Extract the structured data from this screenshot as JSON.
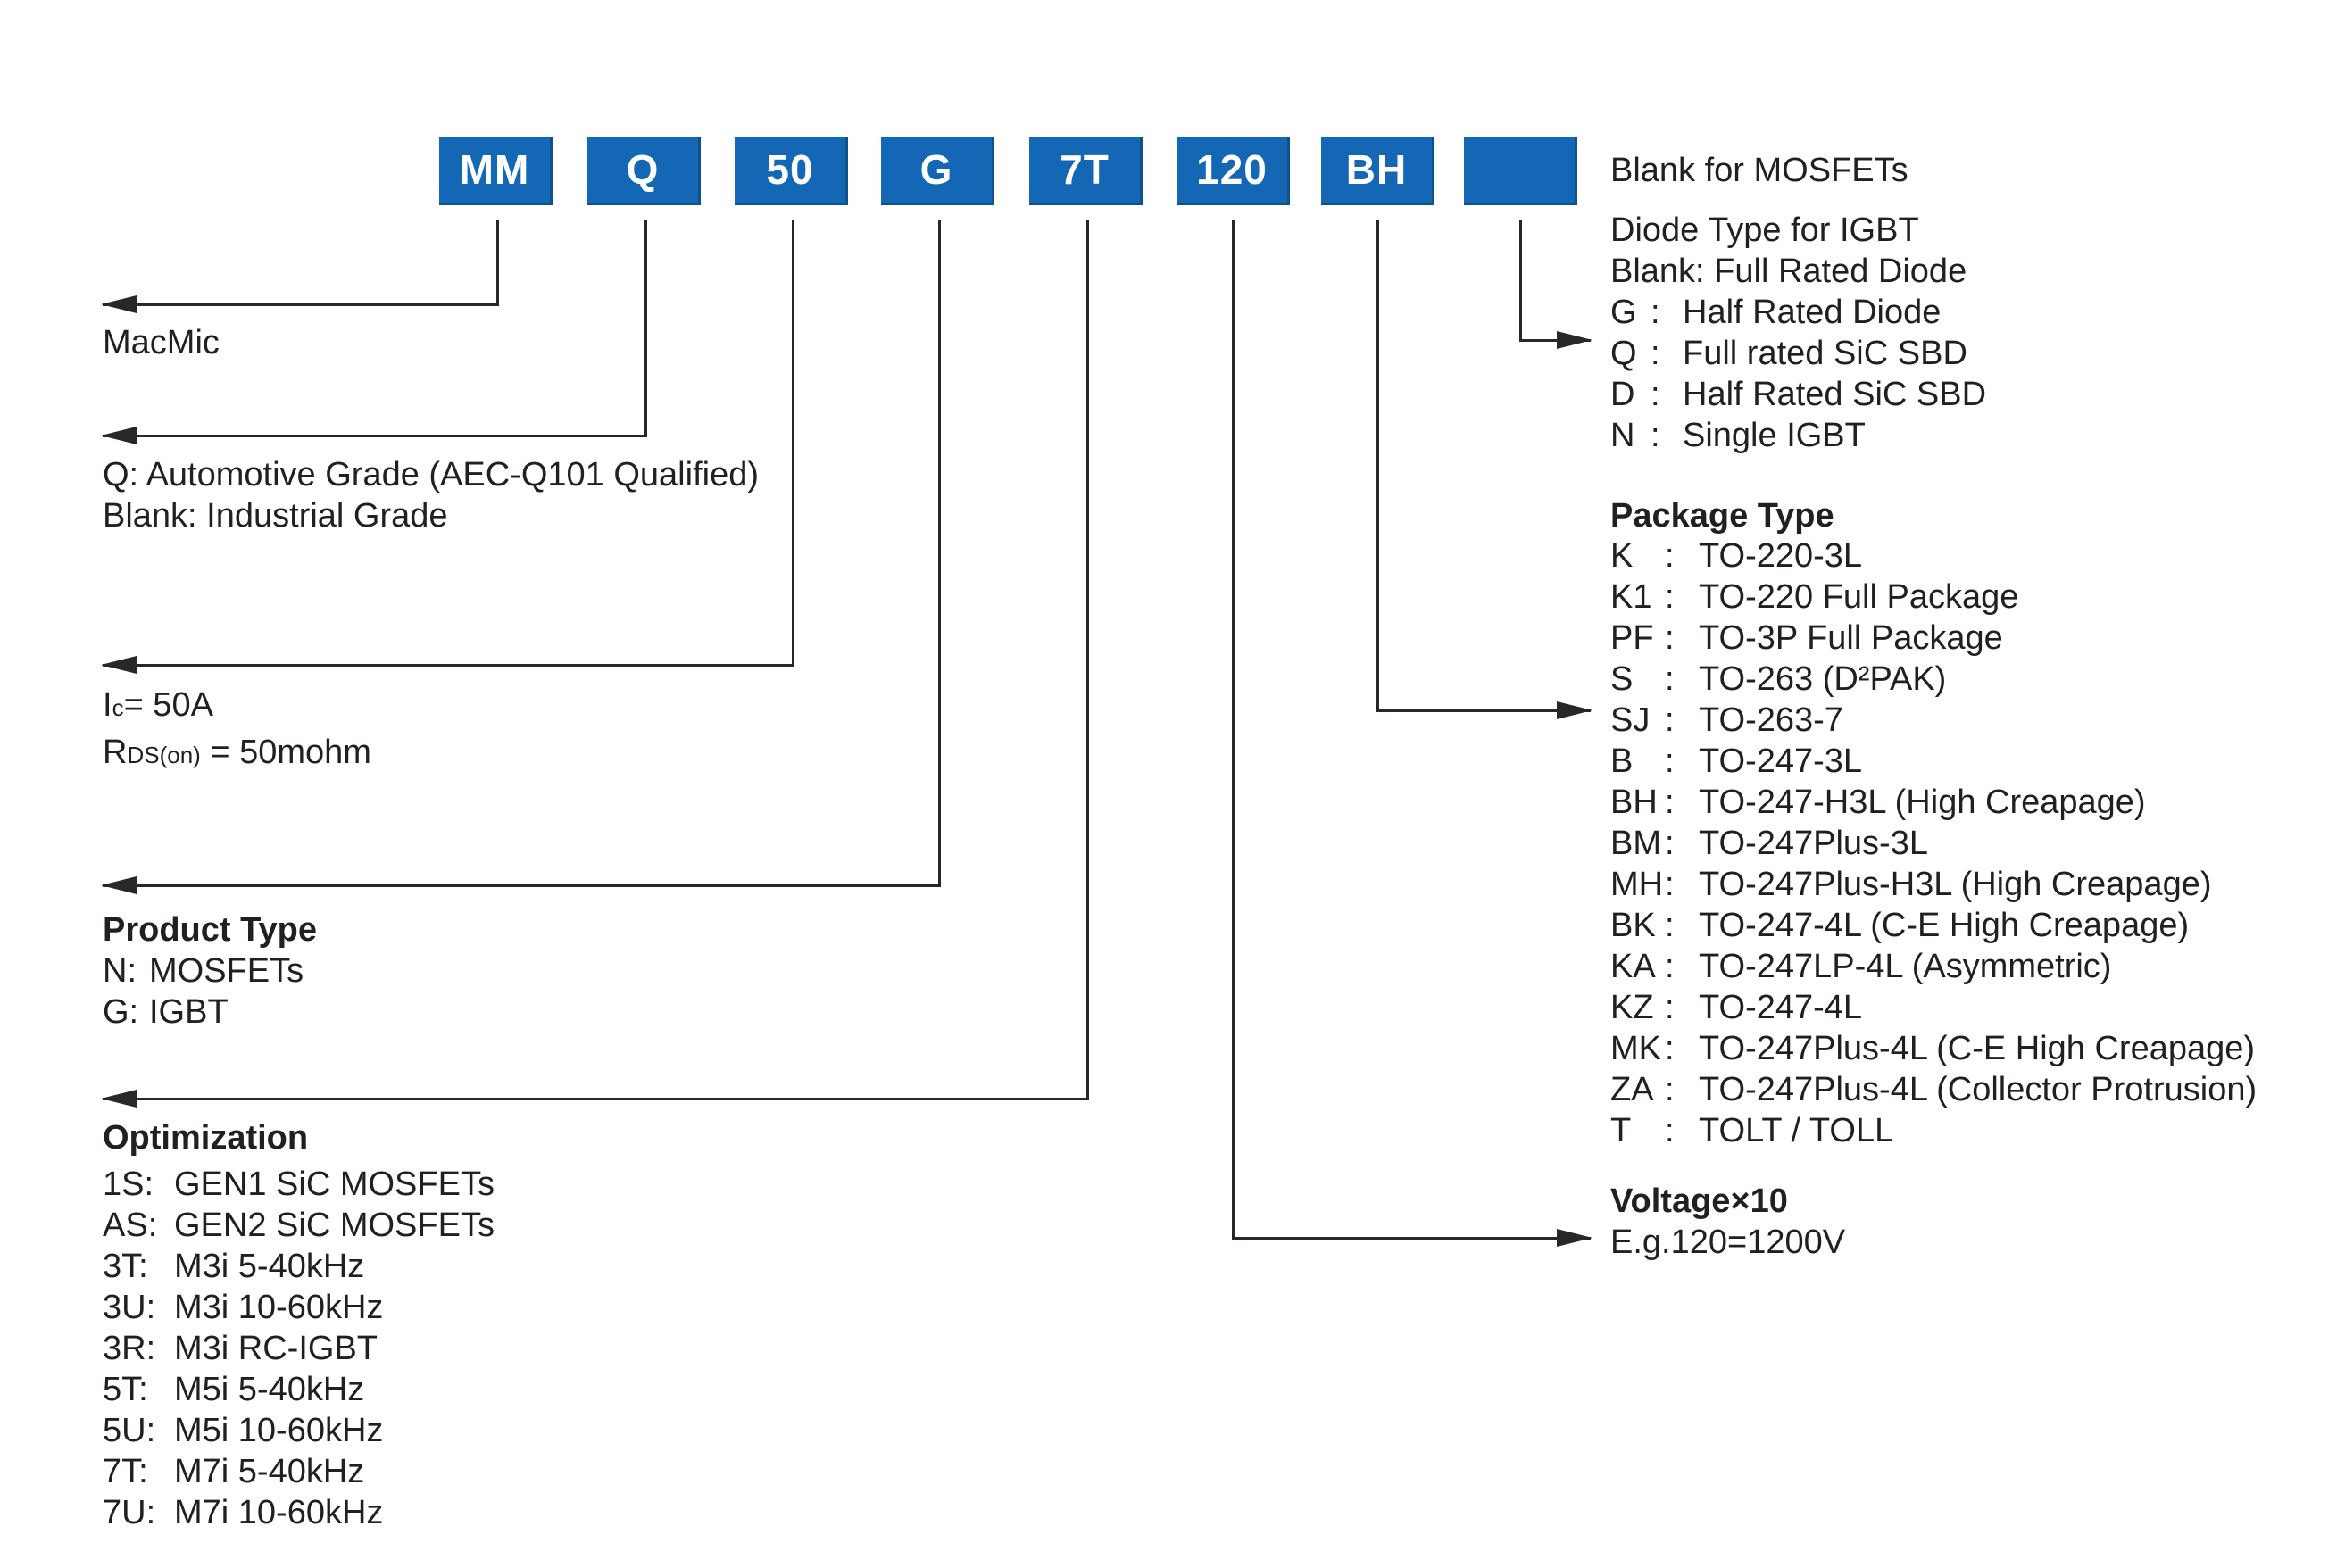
{
  "colors": {
    "box_blue": "#1367b4",
    "box_edge": "#0e5289",
    "line": "#2b2627",
    "text": "#231f20"
  },
  "boxes": [
    {
      "label": "MM"
    },
    {
      "label": "Q"
    },
    {
      "label": "50"
    },
    {
      "label": "G"
    },
    {
      "label": "7T"
    },
    {
      "label": "120"
    },
    {
      "label": "BH"
    },
    {
      "label": ""
    }
  ],
  "brand": {
    "name": "MacMic"
  },
  "grade": {
    "line1": "Q: Automotive Grade (AEC-Q101 Qualified)",
    "line2": "Blank: Industrial Grade"
  },
  "rating": {
    "ic": {
      "base": "I",
      "sub": "c",
      "rest": "= 50A"
    },
    "rds": {
      "base": "R",
      "sub": "DS(on)",
      "rest": " = 50mohm"
    }
  },
  "product_type": {
    "title": "Product Type",
    "items": [
      {
        "key": "N:",
        "desc": "MOSFETs"
      },
      {
        "key": "G:",
        "desc": "IGBT"
      }
    ]
  },
  "optimization": {
    "title": "Optimization",
    "items": [
      {
        "key": "1S:",
        "desc": "GEN1 SiC MOSFETs"
      },
      {
        "key": "AS:",
        "desc": "GEN2 SiC MOSFETs"
      },
      {
        "key": "3T:",
        "desc": "M3i 5-40kHz"
      },
      {
        "key": "3U:",
        "desc": "M3i 10-60kHz"
      },
      {
        "key": "3R:",
        "desc": "M3i RC-IGBT"
      },
      {
        "key": "5T:",
        "desc": "M5i 5-40kHz"
      },
      {
        "key": "5U:",
        "desc": "M5i 10-60kHz"
      },
      {
        "key": "7T:",
        "desc": "M7i 5-40kHz"
      },
      {
        "key": "7U:",
        "desc": "M7i 10-60kHz"
      }
    ]
  },
  "mosfet_note": "Blank for MOSFETs",
  "diode": {
    "title": "Diode Type for IGBT",
    "subtitle": "Blank: Full Rated Diode",
    "items": [
      {
        "key": "G",
        "sep": ":",
        "desc": "Half Rated Diode"
      },
      {
        "key": "Q",
        "sep": ":",
        "desc": "Full rated SiC SBD"
      },
      {
        "key": "D",
        "sep": ":",
        "desc": "Half Rated SiC SBD"
      },
      {
        "key": "N",
        "sep": ":",
        "desc": "Single IGBT"
      }
    ]
  },
  "package": {
    "title": "Package Type",
    "items": [
      {
        "key": "K",
        "sep": ":",
        "desc": "TO-220-3L"
      },
      {
        "key": "K1",
        "sep": ":",
        "desc": "TO-220 Full Package"
      },
      {
        "key": "PF",
        "sep": ":",
        "desc": "TO-3P Full Package"
      },
      {
        "key": "S",
        "sep": ":",
        "desc": "TO-263 (D²PAK)"
      },
      {
        "key": "SJ",
        "sep": ":",
        "desc": "TO-263-7"
      },
      {
        "key": "B",
        "sep": ":",
        "desc": "TO-247-3L"
      },
      {
        "key": "BH",
        "sep": ":",
        "desc": "TO-247-H3L (High Creapage)"
      },
      {
        "key": "BM",
        "sep": ":",
        "desc": "TO-247Plus-3L"
      },
      {
        "key": "MH",
        "sep": ":",
        "desc": "TO-247Plus-H3L (High Creapage)"
      },
      {
        "key": "BK",
        "sep": ":",
        "desc": "TO-247-4L (C-E High Creapage)"
      },
      {
        "key": "KA",
        "sep": ":",
        "desc": "TO-247LP-4L (Asymmetric)"
      },
      {
        "key": "KZ",
        "sep": ":",
        "desc": "TO-247-4L"
      },
      {
        "key": "MK",
        "sep": ":",
        "desc": "TO-247Plus-4L (C-E High Creapage)"
      },
      {
        "key": "ZA",
        "sep": ":",
        "desc": "TO-247Plus-4L (Collector Protrusion)"
      },
      {
        "key": "T",
        "sep": ":",
        "desc": "TOLT / TOLL"
      }
    ]
  },
  "voltage": {
    "title": "Voltage×10",
    "example": "E.g.120=1200V"
  }
}
